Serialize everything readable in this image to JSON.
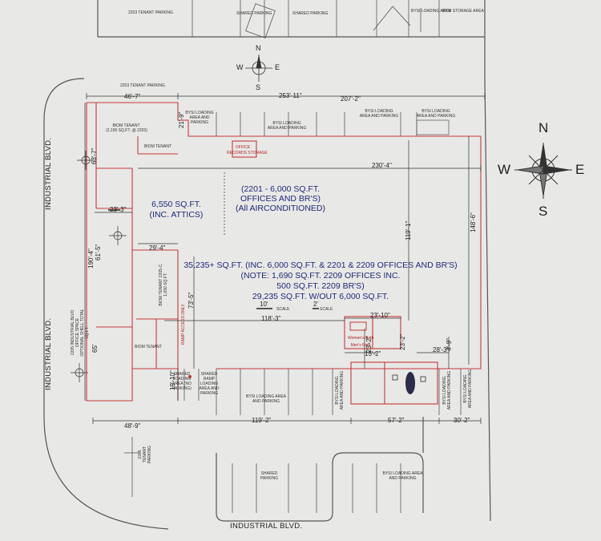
{
  "roads": {
    "north_left": "INDUSTRIAL BLVD.",
    "west_lower": "INDUSTRIAL BLVD.",
    "south": "INDUSTRIAL BLVD."
  },
  "top_parking": {
    "tenant": "2203 TENANT PARKING",
    "shared1": "SHARED PARKING",
    "shared2": "SHARED PARKING",
    "bysi_loading": "BYSI LOADING AREA",
    "bysi_storage": "BYSI STORAGE AREA",
    "upper_tenant": "2203 TENANT PARKING"
  },
  "loading_labels": {
    "top1": "BYSI LOADING AREA AND PARKING",
    "top2": "BYSI LOADING AREA AND PARKING",
    "top3": "BYSI LOADING AREA AND PARKING",
    "top4": "BYSI LOADING AREA AND PARKING",
    "bottom_main": "BYSI LOADING AREA AND PARKING",
    "bottom_mid": "BYSI LOADING AREA AND PARKING",
    "bottom_right": "BYSI LOADING AREA AND PARKING",
    "right_vert": "BYSI LOADING AREA AND PARKING",
    "shared_left": "SHARED LOADING AREA (NO PARKING)",
    "shared_right": "SHARED RAMP LOADING AREA AND PARKING",
    "south_shared": "SHARED PARKING",
    "south_bysi": "BYSI LOADING AREA AND PARKING",
    "tenant_2205": "2205 TENANT PARKING"
  },
  "rooms": {
    "biom_tenant_top": "BIOM TENANT",
    "biom_tenant_sub": "(2,195 SQ.FT. @ 2203)",
    "biom_tenant_mid": "BIOM TENANT",
    "biom_tenant_vert": "BIOM TENANT 2205-C, 1,690 SQ.FT.",
    "biom_tenant_low": "BIOM TENANT",
    "office": "OFFICE",
    "records": "RECORDS STORAGE",
    "womens": "Women's Bath",
    "mens": "Men's Bath",
    "ramp": "RAMP ACCESS ONLY",
    "note_2205": "2205 INDUSTRIAL BLVD OFFICE SPACE OPTIONAL SHELL TOTAL SQ.FT."
  },
  "areas": {
    "attic_line1": "6,550 SQ.FT.",
    "attic_line2": "(INC. ATTICS)",
    "office_line1": "(2201 - 6,000 SQ.FT.",
    "office_line2": "OFFICES AND BR'S)",
    "office_line3": "(All AIRCONDITIONED)",
    "main_line1": "35,235+ SQ.FT. (INC. 6,000 SQ.FT. & 2201 & 2209 OFFICES AND BR'S)",
    "main_line2": "(NOTE: 1,690 SQ.FT. 2209 OFFICES INC.",
    "main_line3": "500 SQ.FT. 2209 BR'S)",
    "main_line4": "29,235 SQ.FT. W/OUT 6,000 SQ.FT."
  },
  "dimensions": {
    "d46_7": "46'-7\"",
    "d253_11": "253'-11\"",
    "d207_2": "207'-2\"",
    "d21_9": "21'-9\"",
    "d63_7": "63'-7\"",
    "d230_4": "230'-4\"",
    "d23_3": "23'-3\"",
    "d29_4": "29'-4\"",
    "d190_4": "190'-4\"",
    "d61_5": "61'-5\"",
    "d119_1": "119'-1\"",
    "d148_6": "148'-6\"",
    "d73_5": "73'-5\"",
    "d118_3": "118'-3\"",
    "d23_10": "23'-10\"",
    "d23_2a": "23'-2\"",
    "d23_2b": "23'-2\"",
    "d28_3": "28'-3\"",
    "d4_9": "4'-9\"",
    "d15_2": "15'-2\"",
    "d65": "65'",
    "d19_10": "19'-10\"",
    "d48_9": "48'-9\"",
    "d119_2": "119'-2\"",
    "d57_2": "57'-2\"",
    "d30_2": "30'-2\"",
    "scale10": "10'",
    "scale2": "2'",
    "scale_word": "SCALE"
  },
  "compass": {
    "n": "N",
    "s": "S",
    "e": "E",
    "w": "W"
  },
  "colors": {
    "wall_red": "#c43a3a",
    "text_blue": "#1e2a78",
    "line_gray": "#4a4a4a"
  }
}
